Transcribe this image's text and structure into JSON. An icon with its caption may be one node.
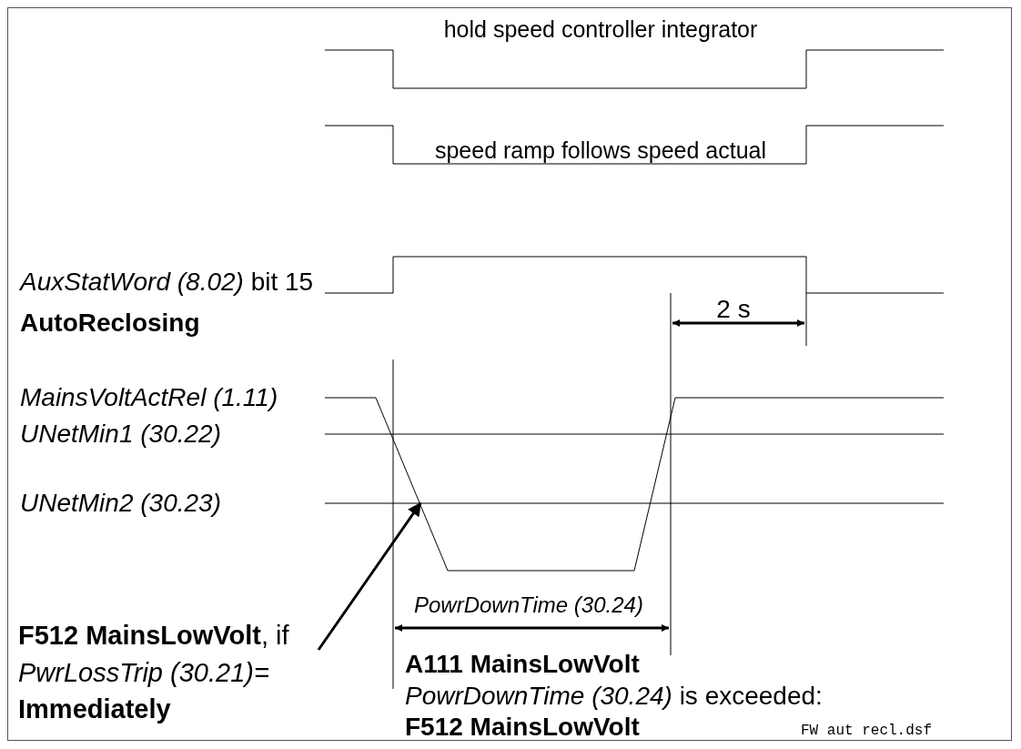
{
  "diagram": {
    "nodes": [
      {
        "text": [
          "**F512 MainsLowVolt**, if *PwrLossTrip (30.21)=* **Immediately**"
        ]
      },
      {
        "text": [],
        "shape": "line"
      }
    ],
    "edges": [
      {
        "from": 0,
        "to": 1,
        "arrow": "to"
      }
    ],
    "labels": [
      "hold speed controller integrator",
      "speed ramp follows speed actual",
      "*AuxStatWord (8.02)* bit 15",
      "AutoReclosing",
      "2 s",
      "MainsVoltActRel (1.11)",
      "UNetMin1 (30.22)",
      "UNetMin2 (30.23)",
      "PowrDownTime (30.24)",
      "A111 MainsLowVolt",
      "*PowrDownTime (30.24)* is exceeded:",
      "F512 MainsLowVolt",
      "FW aut recl.dsf"
    ]
  }
}
